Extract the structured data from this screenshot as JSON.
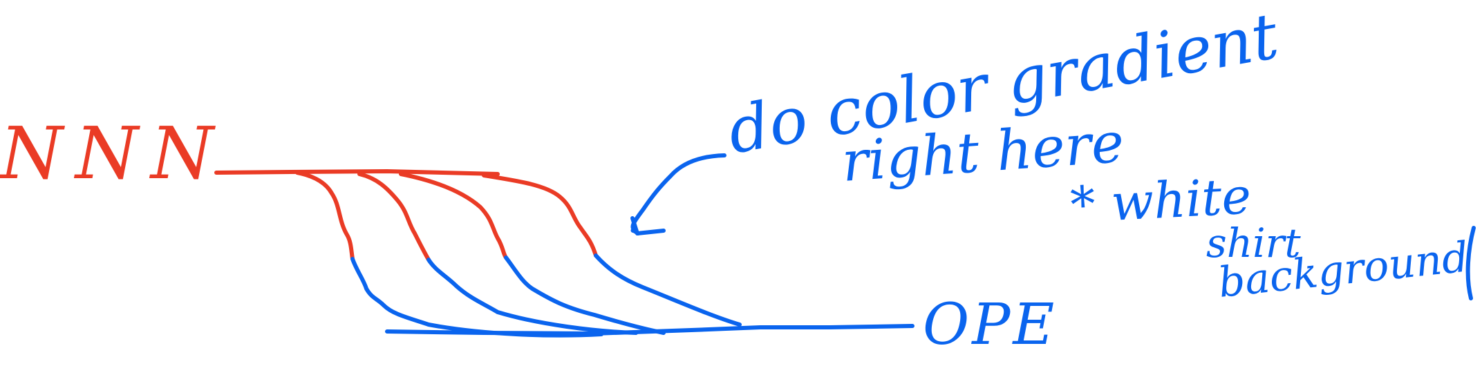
{
  "colors": {
    "ink_red": "#ea3b25",
    "ink_blue": "#0a64ee",
    "background": "#ffffff"
  },
  "labels": {
    "left_label": "NNN",
    "right_label": "OPE",
    "annotation_line1": "do color gradient",
    "annotation_line2": "right here",
    "note_line1": "* white",
    "note_line2": "shirt",
    "note_line3": "background"
  }
}
